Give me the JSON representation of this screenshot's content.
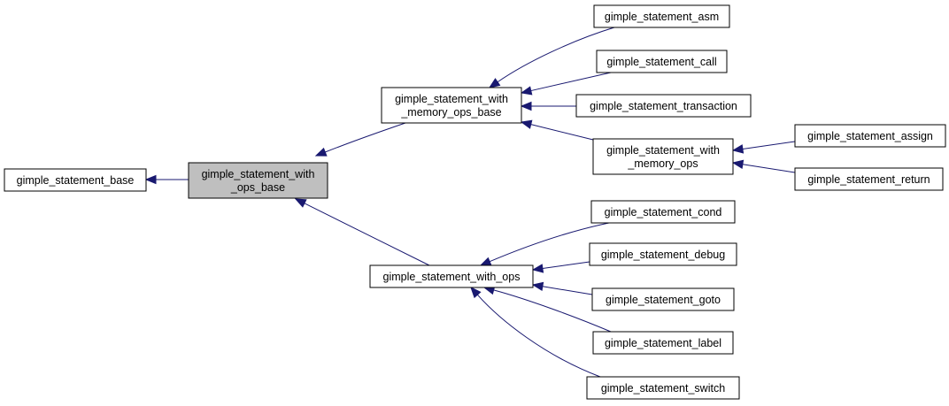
{
  "diagram": {
    "colors": {
      "edge": "#191970",
      "node_border": "#000000",
      "node_fill": "#ffffff",
      "highlight_fill": "#bfbfbf"
    },
    "nodes": {
      "base": {
        "lines": [
          "gimple_statement_base"
        ]
      },
      "with_ops_base": {
        "lines": [
          "gimple_statement_with",
          "_ops_base"
        ],
        "highlighted": true
      },
      "with_memory_ops_base": {
        "lines": [
          "gimple_statement_with",
          "_memory_ops_base"
        ]
      },
      "with_ops": {
        "lines": [
          "gimple_statement_with_ops"
        ]
      },
      "asm": {
        "lines": [
          "gimple_statement_asm"
        ]
      },
      "call": {
        "lines": [
          "gimple_statement_call"
        ]
      },
      "transaction": {
        "lines": [
          "gimple_statement_transaction"
        ]
      },
      "with_memory_ops": {
        "lines": [
          "gimple_statement_with",
          "_memory_ops"
        ]
      },
      "assign": {
        "lines": [
          "gimple_statement_assign"
        ]
      },
      "return": {
        "lines": [
          "gimple_statement_return"
        ]
      },
      "cond": {
        "lines": [
          "gimple_statement_cond"
        ]
      },
      "debug": {
        "lines": [
          "gimple_statement_debug"
        ]
      },
      "goto": {
        "lines": [
          "gimple_statement_goto"
        ]
      },
      "label": {
        "lines": [
          "gimple_statement_label"
        ]
      },
      "switch": {
        "lines": [
          "gimple_statement_switch"
        ]
      }
    },
    "edges": [
      {
        "from": "with_ops_base",
        "to": "base"
      },
      {
        "from": "with_memory_ops_base",
        "to": "with_ops_base"
      },
      {
        "from": "with_ops",
        "to": "with_ops_base"
      },
      {
        "from": "asm",
        "to": "with_memory_ops_base"
      },
      {
        "from": "call",
        "to": "with_memory_ops_base"
      },
      {
        "from": "transaction",
        "to": "with_memory_ops_base"
      },
      {
        "from": "with_memory_ops",
        "to": "with_memory_ops_base"
      },
      {
        "from": "assign",
        "to": "with_memory_ops"
      },
      {
        "from": "return",
        "to": "with_memory_ops"
      },
      {
        "from": "cond",
        "to": "with_ops"
      },
      {
        "from": "debug",
        "to": "with_ops"
      },
      {
        "from": "goto",
        "to": "with_ops"
      },
      {
        "from": "label",
        "to": "with_ops"
      },
      {
        "from": "switch",
        "to": "with_ops"
      }
    ]
  }
}
